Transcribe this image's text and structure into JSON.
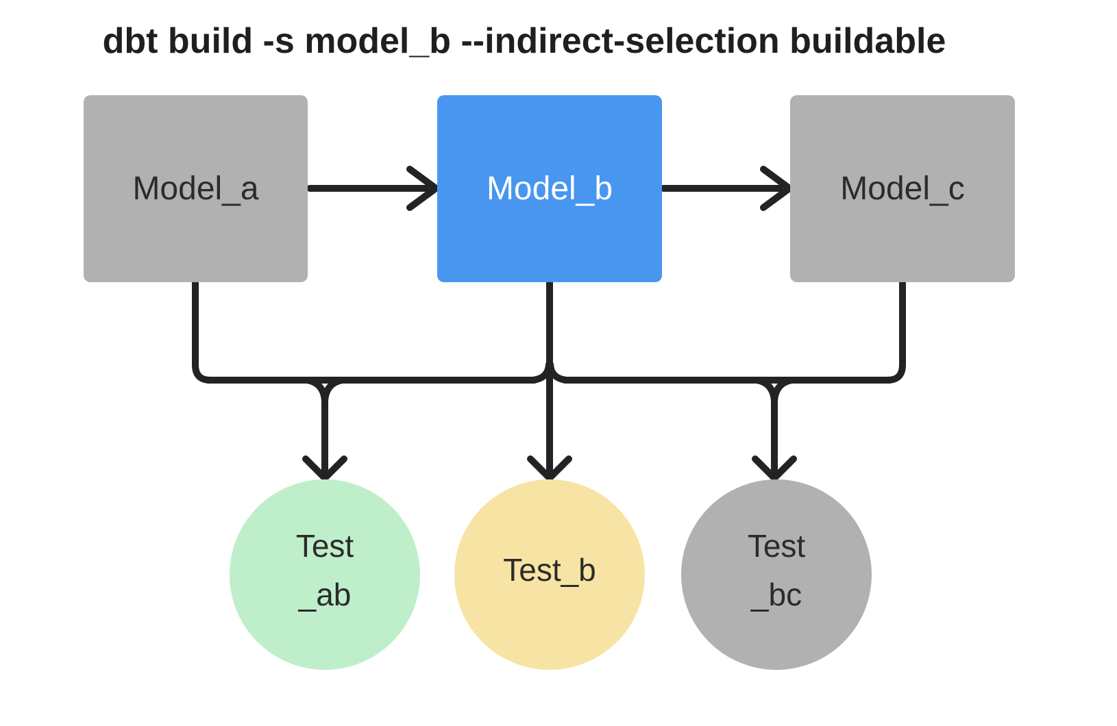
{
  "title": "dbt build -s model_b --indirect-selection buildable",
  "diagram": {
    "models": [
      {
        "id": "model_a",
        "label": "Model_a",
        "variant": "gray"
      },
      {
        "id": "model_b",
        "label": "Model_b",
        "variant": "blue-selected"
      },
      {
        "id": "model_c",
        "label": "Model_c",
        "variant": "gray"
      }
    ],
    "tests": [
      {
        "id": "test_ab",
        "label_lines": [
          "Test",
          "_ab"
        ],
        "variant": "green"
      },
      {
        "id": "test_b",
        "label_lines": [
          "Test_b"
        ],
        "variant": "yellow"
      },
      {
        "id": "test_bc",
        "label_lines": [
          "Test",
          "_bc"
        ],
        "variant": "gray"
      }
    ],
    "edges": [
      {
        "from": "model_a",
        "to": "model_b"
      },
      {
        "from": "model_b",
        "to": "model_c"
      },
      {
        "from": "model_a",
        "to": "test_ab"
      },
      {
        "from": "model_b",
        "to": "test_ab"
      },
      {
        "from": "model_b",
        "to": "test_b"
      },
      {
        "from": "model_b",
        "to": "test_bc"
      },
      {
        "from": "model_c",
        "to": "test_bc"
      }
    ],
    "colors": {
      "background": "#ffffff",
      "selected_model_blue": "#4896ef",
      "unselected_gray": "#b1b1b1",
      "test_green": "#bfeecb",
      "test_yellow": "#f7e4a4",
      "edge_black": "#232323",
      "text_dark": "#262626",
      "text_on_selected": "#ffffff"
    }
  }
}
